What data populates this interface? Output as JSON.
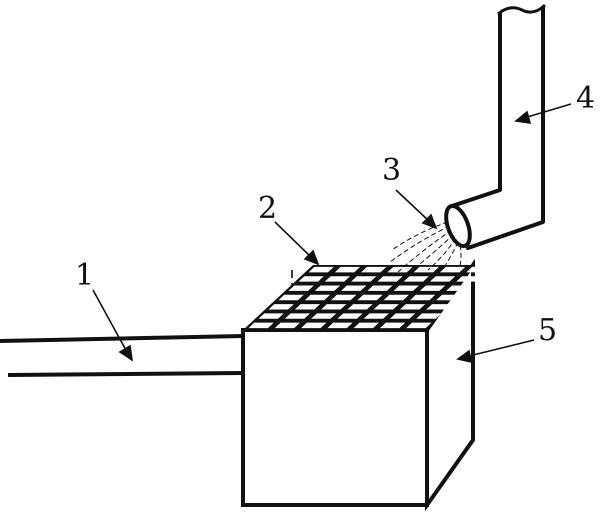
{
  "labels": {
    "l1": "1",
    "l2": "2",
    "l3": "3",
    "l4": "4",
    "l5": "5"
  },
  "components": {
    "l1": "pipe",
    "l2": "grid",
    "l3": "spray",
    "l4": "nozzle-pipe",
    "l5": "box"
  },
  "colors": {
    "stroke": "#111111",
    "fill": "#ffffff",
    "grid_dark": "#111111"
  }
}
